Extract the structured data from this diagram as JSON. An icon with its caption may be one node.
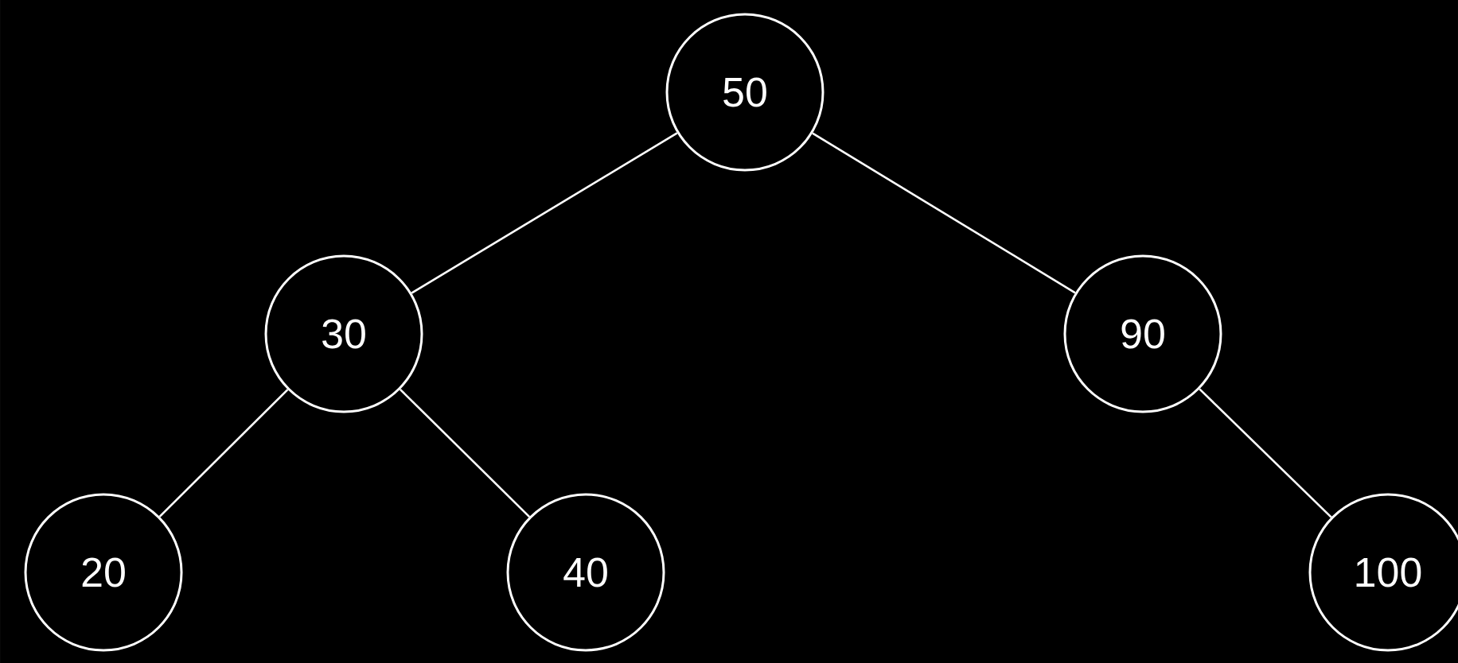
{
  "diagram": {
    "nodes": [
      {
        "text": [
          "50"
        ]
      },
      {
        "text": [
          "30"
        ]
      },
      {
        "text": [
          "90"
        ]
      },
      {
        "text": [
          "20"
        ]
      },
      {
        "text": [
          "40"
        ]
      },
      {
        "text": [
          "100"
        ]
      }
    ],
    "edges": [
      {
        "from": 0,
        "to": 1,
        "arrow": "none"
      },
      {
        "from": 0,
        "to": 2,
        "arrow": "none"
      },
      {
        "from": 1,
        "to": 3,
        "arrow": "none"
      },
      {
        "from": 1,
        "to": 4,
        "arrow": "none"
      },
      {
        "from": 2,
        "to": 5,
        "arrow": "none"
      }
    ]
  }
}
